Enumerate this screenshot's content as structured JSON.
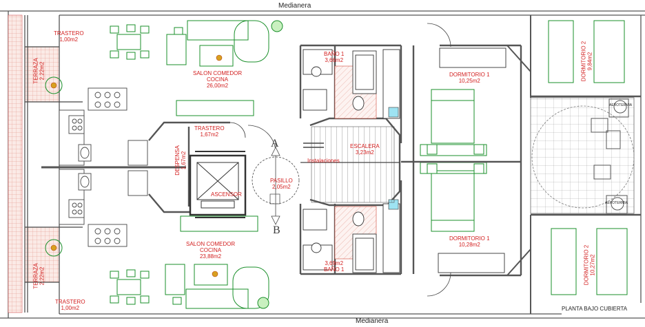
{
  "walls": {
    "neighbor_top": "Medianera",
    "neighbor_bottom": "Medianera"
  },
  "floor_title": "PLANTA BAJO CUBIERTA",
  "section_marks": {
    "a": "A",
    "b": "B"
  },
  "rooms": {
    "trastero_top": {
      "name": "TRASTERO",
      "area": "1,00m2"
    },
    "terraza_top": {
      "name": "TERRAZA",
      "area": "2,22m2"
    },
    "salon_top": {
      "name": "SALON COMEDOR",
      "name2": "COCINA",
      "area": "26,00m2"
    },
    "despensa": {
      "name": "DESPENSA",
      "area": "1,67m2"
    },
    "trastero_mid": {
      "name": "TRASTERO",
      "area": "1,67m2"
    },
    "ascensor": {
      "name": "ASCENSOR"
    },
    "pasillo": {
      "name": "PASILLO",
      "area": "2,05m2"
    },
    "salon_bottom": {
      "name": "SALON COMEDOR",
      "name2": "COCINA",
      "area": "23,88m2"
    },
    "terraza_bottom": {
      "name": "TERRAZA",
      "area": "2,22m2"
    },
    "trastero_bottom": {
      "name": "TRASTERO",
      "area": "1,00m2"
    },
    "bano_top": {
      "name": "BAÑO 1",
      "area": "3,66m2"
    },
    "bano_bottom": {
      "name": "BAÑO 1",
      "area": "3,69m2"
    },
    "escalera": {
      "name": "ESCALERA",
      "area": "3,23m2"
    },
    "instalaciones": {
      "name": "Instalaciones"
    },
    "dormitorio1_top": {
      "name": "DORMITORIO 1",
      "area": "10,25m2"
    },
    "dormitorio1_bottom": {
      "name": "DORMITORIO 1",
      "area": "10,28m2"
    },
    "dormitorio2_top": {
      "name": "DORMITORIO 2",
      "area": "9,84m2"
    },
    "dormitorio2_bottom": {
      "name": "DORMITORIO 2",
      "area": "10,27m2"
    }
  },
  "equipment": {
    "aerotermia_top": "AEROTERMIA",
    "aerotermia_bottom": "AEROTERMIA"
  }
}
